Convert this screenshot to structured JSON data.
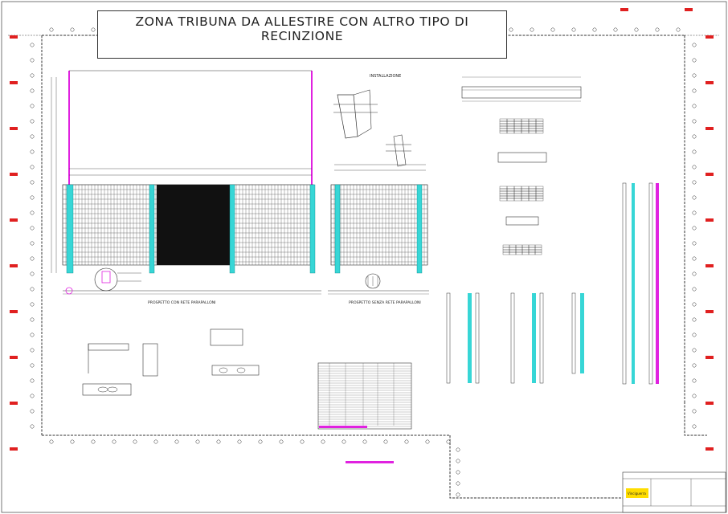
{
  "title": "ZONA TRIBUNA DA ALLESTIRE CON ALTRO TIPO DI RECINZIONE",
  "views": {
    "elevation_with_pararpalloni": "PROSPETTO CON RETE PARAPALLONI",
    "elevation_without_pararpalloni": "PROSPETTO SENZA RETE PARAPALLONI",
    "installation": "INSTALLAZIONE"
  },
  "colors": {
    "post_cyan": "#37d6d6",
    "pole_magenta": "#e022e0",
    "marker_red": "#e02020",
    "line": "#222222",
    "mesh_dark": "#111111"
  },
  "title_block": {
    "logo_label": "Vinciguerra"
  }
}
